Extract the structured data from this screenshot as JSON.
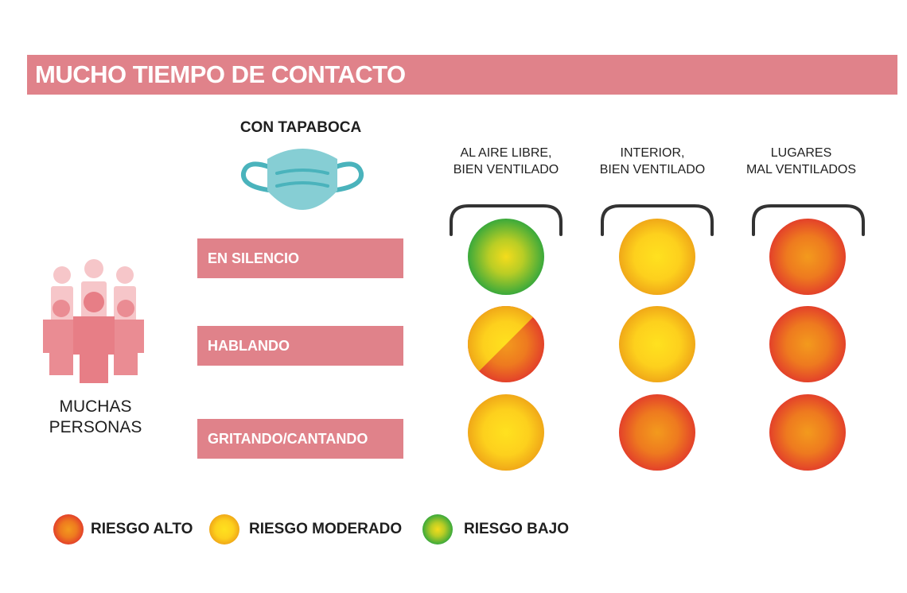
{
  "title": "MUCHO TIEMPO DE CONTACTO",
  "mask_label": "CON TAPABOCA",
  "columns": [
    {
      "label": "AL AIRE LIBRE,\nBIEN VENTILADO"
    },
    {
      "label": "INTERIOR,\nBIEN VENTILADO"
    },
    {
      "label": "LUGARES\nMAL VENTILADOS"
    }
  ],
  "rows": [
    {
      "label": "EN SILENCIO",
      "risks": [
        "bajo",
        "moderado",
        "alto"
      ]
    },
    {
      "label": "HABLANDO",
      "risks": [
        "moderado-alto",
        "moderado",
        "alto"
      ]
    },
    {
      "label": "GRITANDO/CANTANDO",
      "risks": [
        "moderado",
        "alto",
        "alto"
      ]
    }
  ],
  "people_label": "MUCHAS\nPERSONAS",
  "legend": [
    {
      "key": "alto",
      "label": "RIESGO ALTO"
    },
    {
      "key": "moderado",
      "label": "RIESGO MODERADO"
    },
    {
      "key": "bajo",
      "label": "RIESGO BAJO"
    }
  ],
  "colors": {
    "banner": "#e0828a",
    "alto_center": "#f08a1c",
    "alto_edge": "#e3412a",
    "moderado_center": "#ffd21e",
    "moderado_edge": "#f0ac17",
    "bajo_center": "#f2d51d",
    "bajo_edge": "#3fae3f",
    "mask_fill": "#82ccd2",
    "mask_stroke": "#4ab3bc"
  }
}
